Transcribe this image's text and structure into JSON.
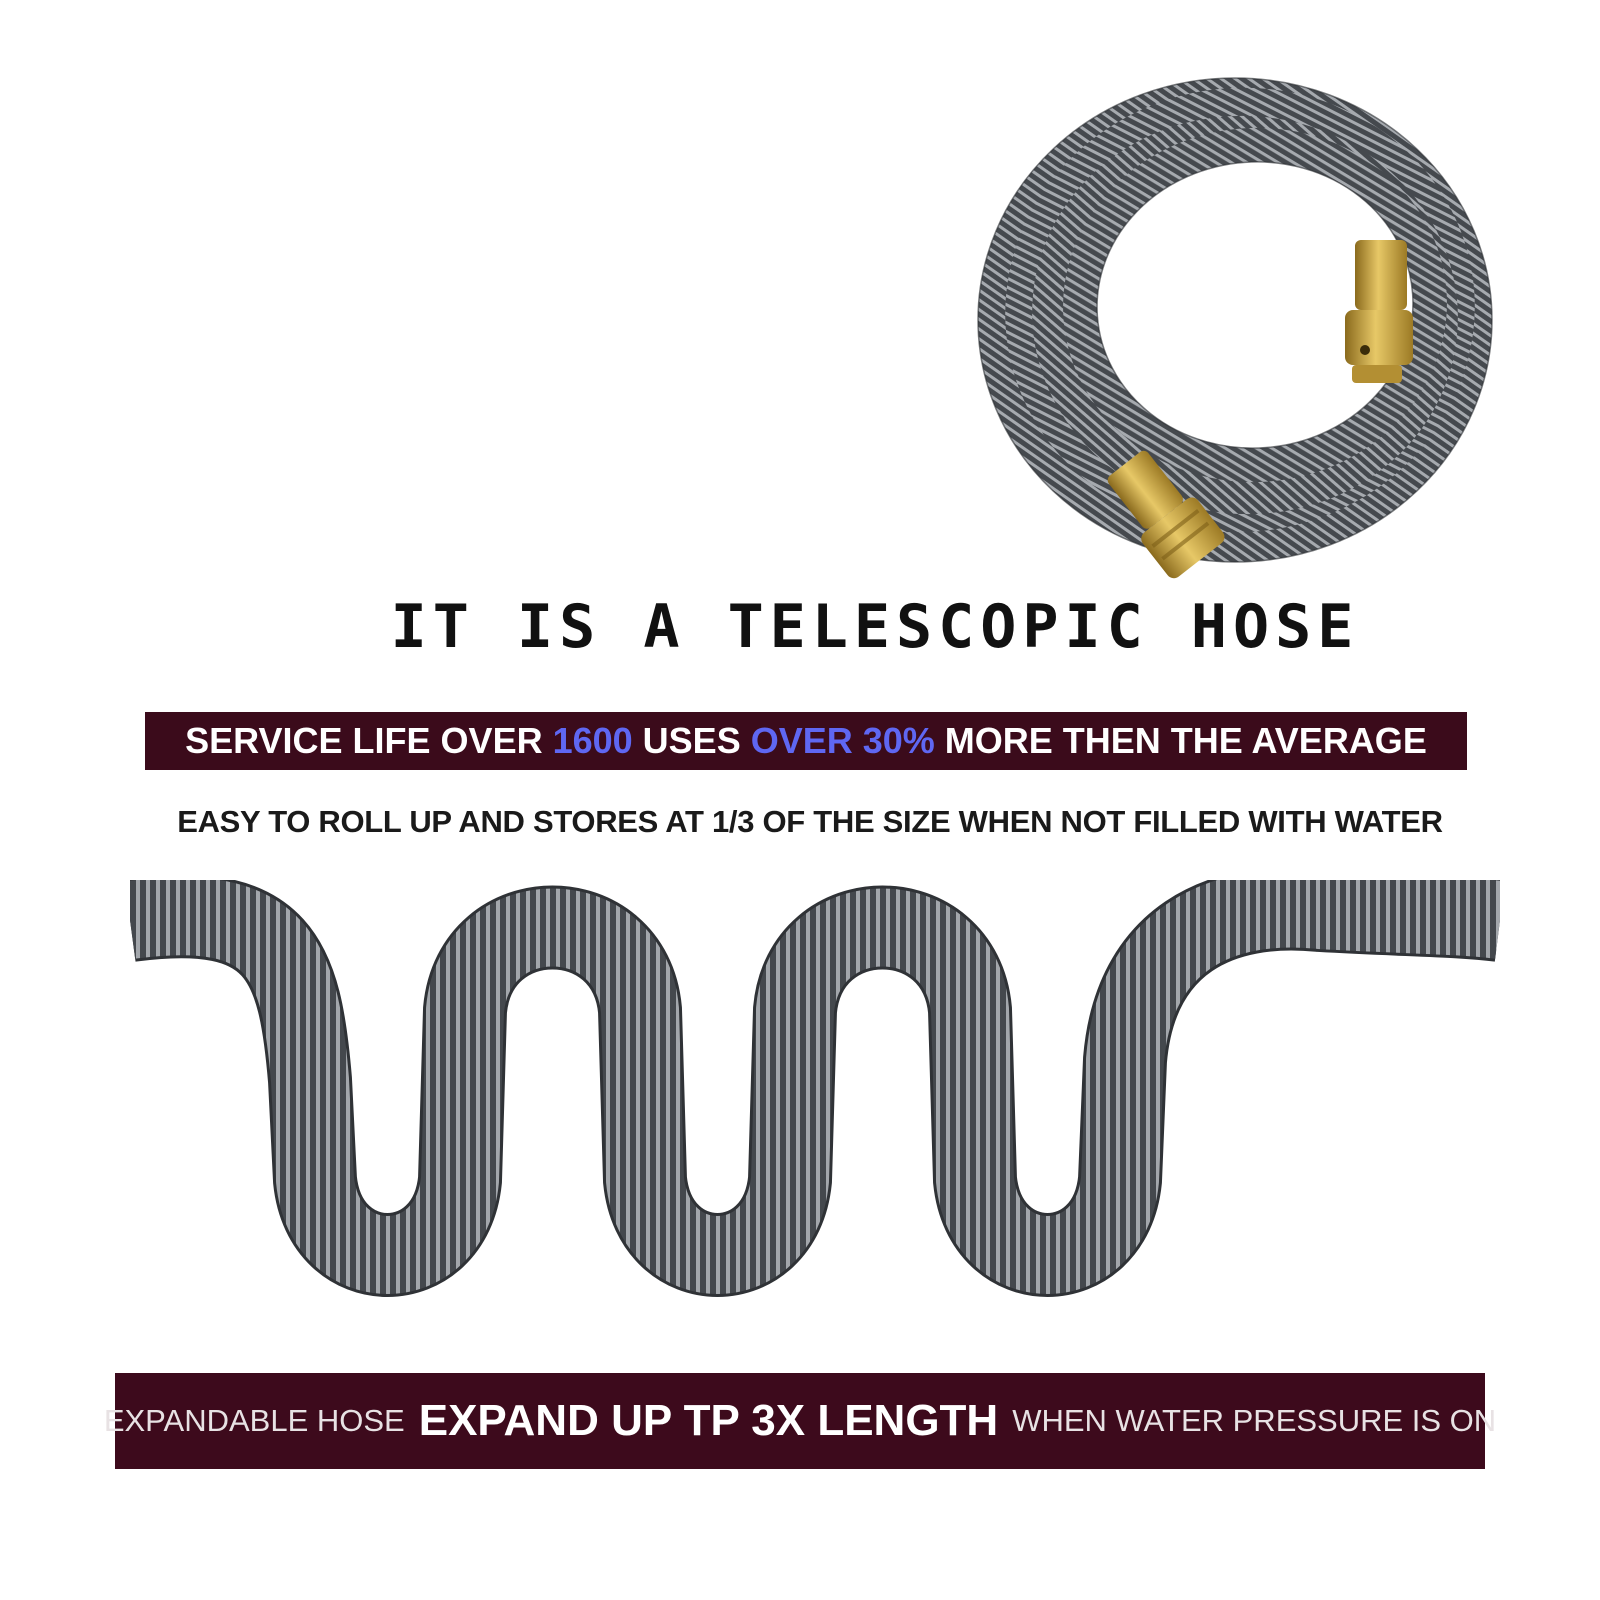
{
  "headline": "IT IS A TELESCOPIC HOSE",
  "banner_top": {
    "part1": "SERVICE LIFE OVER",
    "highlight1": "1600",
    "part2": "USES",
    "highlight2": "OVER 30%",
    "part3": "MORE THEN THE AVERAGE"
  },
  "subline": "EASY TO ROLL UP AND STORES AT 1/3 OF THE SIZE WHEN NOT FILLED WITH WATER",
  "banner_bottom": {
    "lead": "EXPANDABLE HOSE",
    "main": "EXPAND UP TP 3X LENGTH",
    "tail": "WHEN WATER PRESSURE IS ON"
  },
  "colors": {
    "banner": "#3b0b1b",
    "highlight": "#5f67f2",
    "hose_dark": "#3f4347",
    "hose_light": "#9a9ea3",
    "brass": "#c9a441"
  },
  "images": {
    "coiled_hose": "coiled-hose-icon",
    "wavy_hose": "wavy-hose-icon"
  }
}
